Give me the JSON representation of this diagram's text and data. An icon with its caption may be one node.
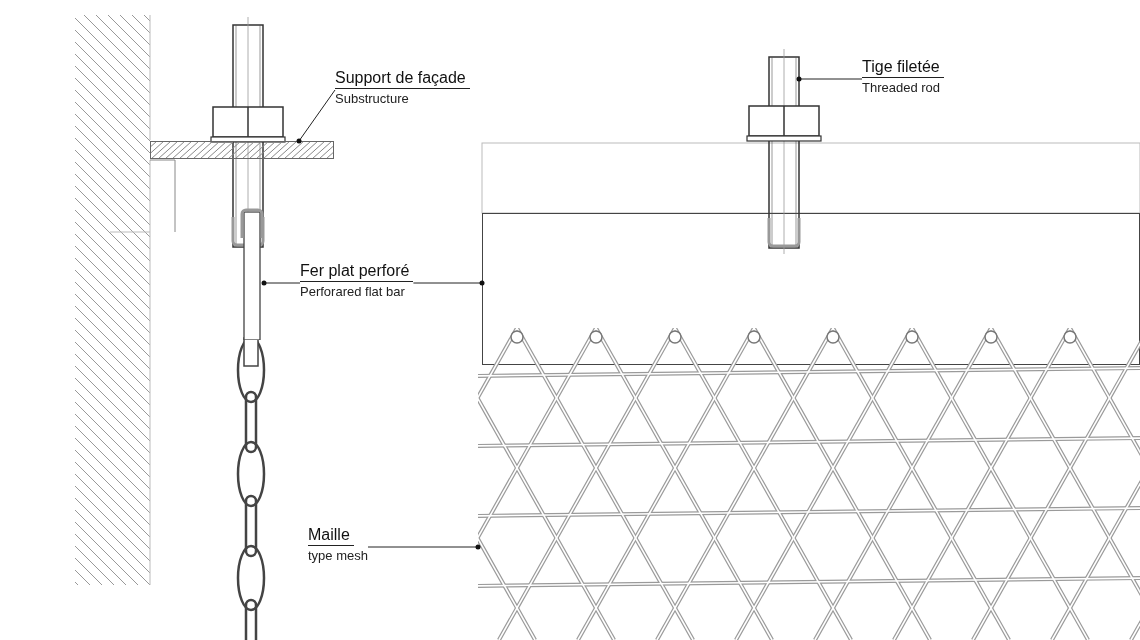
{
  "diagram": {
    "nodes": [
      {
        "text": [
          "Support de façade",
          "Substructure"
        ]
      },
      {
        "text": [],
        "shape": "bar"
      },
      {
        "text": [
          "Tige filetée",
          "Threaded rod"
        ]
      },
      {
        "text": [],
        "shape": "picture"
      },
      {
        "text": [
          "Fer plat perforé",
          "Perforared flat bar"
        ]
      },
      {
        "text": [],
        "shape": "bar"
      },
      {
        "text": [],
        "shape": "box"
      },
      {
        "text": [
          "Maille",
          "type mesh"
        ]
      },
      {
        "text": [],
        "shape": "picture"
      }
    ],
    "edges": [
      {
        "from": 0,
        "to": 1,
        "arrow": "other"
      },
      {
        "from": 2,
        "to": 3,
        "arrow": "other"
      },
      {
        "from": 4,
        "to": 5,
        "arrow": "other"
      },
      {
        "from": 4,
        "to": 6,
        "arrow": "other"
      },
      {
        "from": 7,
        "to": 8,
        "arrow": "other"
      }
    ]
  }
}
